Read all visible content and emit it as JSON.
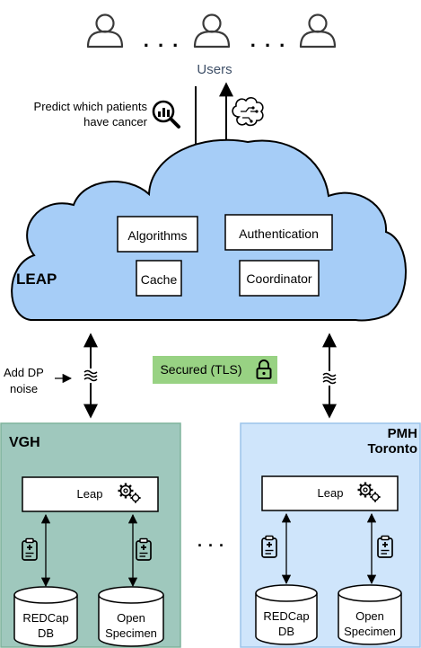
{
  "users": {
    "label": "Users",
    "ellipsis": ". . .",
    "query_line1": "Predict which patients",
    "query_line2": "have cancer"
  },
  "cloud": {
    "label": "LEAP",
    "modules": [
      "Algorithms",
      "Authentication",
      "Cache",
      "Coordinator"
    ]
  },
  "link": {
    "dp_line1": "Add DP",
    "dp_line2": "noise",
    "secured_label": "Secured (TLS)"
  },
  "sites": [
    {
      "name_line1": "VGH",
      "name_line2": "",
      "node_label": "Leap",
      "db1_line1": "REDCap",
      "db1_line2": "DB",
      "db2_line1": "Open",
      "db2_line2": "Specimen"
    },
    {
      "name_line1": "PMH",
      "name_line2": "Toronto",
      "node_label": "Leap",
      "db1_line1": "REDCap",
      "db1_line2": "DB",
      "db2_line1": "Open",
      "db2_line2": "Specimen"
    }
  ],
  "sites_ellipsis": ". . .",
  "colors": {
    "cloud_fill": "#a6cdf7",
    "vgh_fill": "#9fc8bd",
    "pmh_fill": "#cfe5fb",
    "tls_fill": "#98d283",
    "users_label": "#3f5068"
  }
}
